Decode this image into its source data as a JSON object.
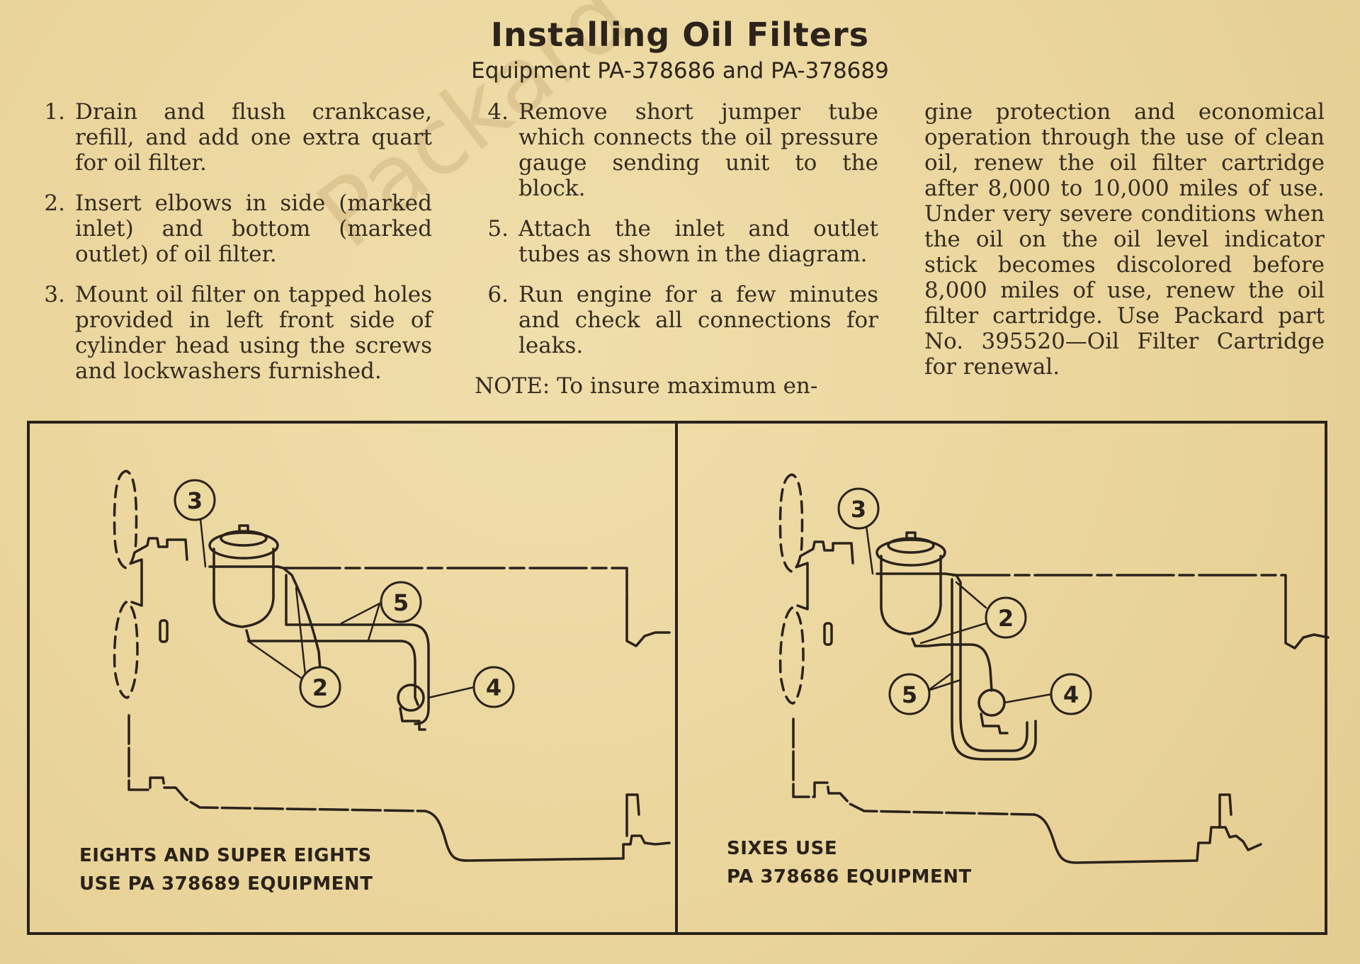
{
  "title": "Installing Oil Filters",
  "subtitle": "Equipment PA-378686 and PA-378689",
  "watermark": "Packard",
  "steps_col1": [
    {
      "num": "1.",
      "text": "Drain and flush crankcase, refill, and add one extra quart for oil filter."
    },
    {
      "num": "2.",
      "text": "Insert elbows in side (marked inlet) and bottom (marked outlet) of oil filter."
    },
    {
      "num": "3.",
      "text": "Mount oil filter on tapped holes provided in left front side of cylinder head using the screws and lockwashers furnished."
    }
  ],
  "steps_col2": [
    {
      "num": "4.",
      "text": "Remove short jumper tube which connects the oil pressure gauge sending unit to the block."
    },
    {
      "num": "5.",
      "text": "Attach the inlet and outlet tubes as shown in the diagram."
    },
    {
      "num": "6.",
      "text": "Run engine for a few minutes and check all connections for leaks."
    }
  ],
  "note_start": "NOTE:  To insure maximum en-",
  "note_cont": "gine protection and economical operation through the use of clean oil, renew the oil filter cartridge after 8,000 to 10,000 miles of use. Under very severe conditions when the oil on the oil level indicator stick becomes discolored before 8,000 miles of use, renew the oil filter cartridge. Use Packard part No. 395520—Oil Filter Cartridge for renewal.",
  "diagram_left": {
    "caption_line1": "EIGHTS AND SUPER EIGHTS",
    "caption_line2": "USE PA 378689 EQUIPMENT",
    "callouts": [
      "3",
      "5",
      "2",
      "4"
    ]
  },
  "diagram_right": {
    "caption_line1": "SIXES USE",
    "caption_line2": "PA 378686 EQUIPMENT",
    "callouts": [
      "3",
      "2",
      "5",
      "4"
    ]
  },
  "colors": {
    "paper": "#ecd9a0",
    "ink": "#2c241b"
  }
}
